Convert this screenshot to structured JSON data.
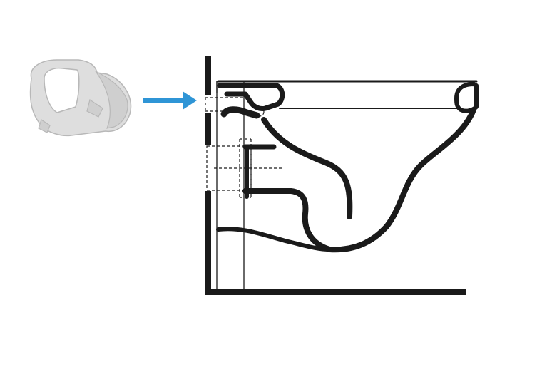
{
  "diagram": {
    "colors": {
      "line": "#1a1a1a",
      "arrow": "#2f95d6",
      "part_fill": "#dedede",
      "part_stroke": "#b8b8b8",
      "background": "#ffffff"
    },
    "icons": {
      "part": "flush-connector-part",
      "arrow": "right-arrow",
      "toilet": "wall-hung-toilet-cross-section"
    }
  }
}
